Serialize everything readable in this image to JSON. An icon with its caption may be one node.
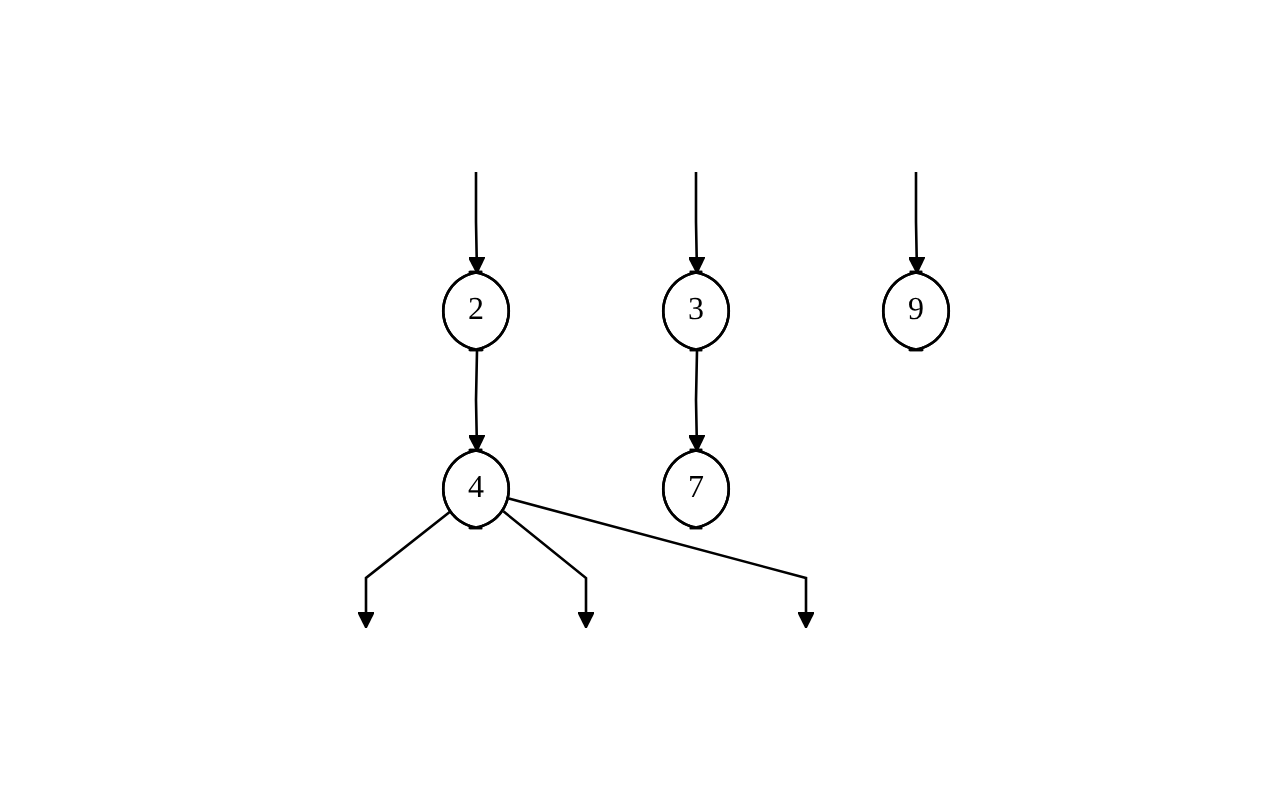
{
  "diagram": {
    "nodes": [
      {
        "text": [
          "2"
        ]
      },
      {
        "text": [
          "3"
        ]
      },
      {
        "text": [
          "9"
        ]
      },
      {
        "text": [
          "4"
        ]
      },
      {
        "text": [
          "7"
        ]
      }
    ],
    "edges": [
      {
        "from": null,
        "to": 0,
        "arrow": "to"
      },
      {
        "from": null,
        "to": 1,
        "arrow": "to"
      },
      {
        "from": null,
        "to": 2,
        "arrow": "to"
      },
      {
        "from": 0,
        "to": 3,
        "arrow": "to"
      },
      {
        "from": 1,
        "to": 4,
        "arrow": "to"
      },
      {
        "from": 3,
        "to": null,
        "arrow": "to"
      },
      {
        "from": 3,
        "to": null,
        "arrow": "to"
      },
      {
        "from": 3,
        "to": null,
        "arrow": "to"
      }
    ]
  }
}
